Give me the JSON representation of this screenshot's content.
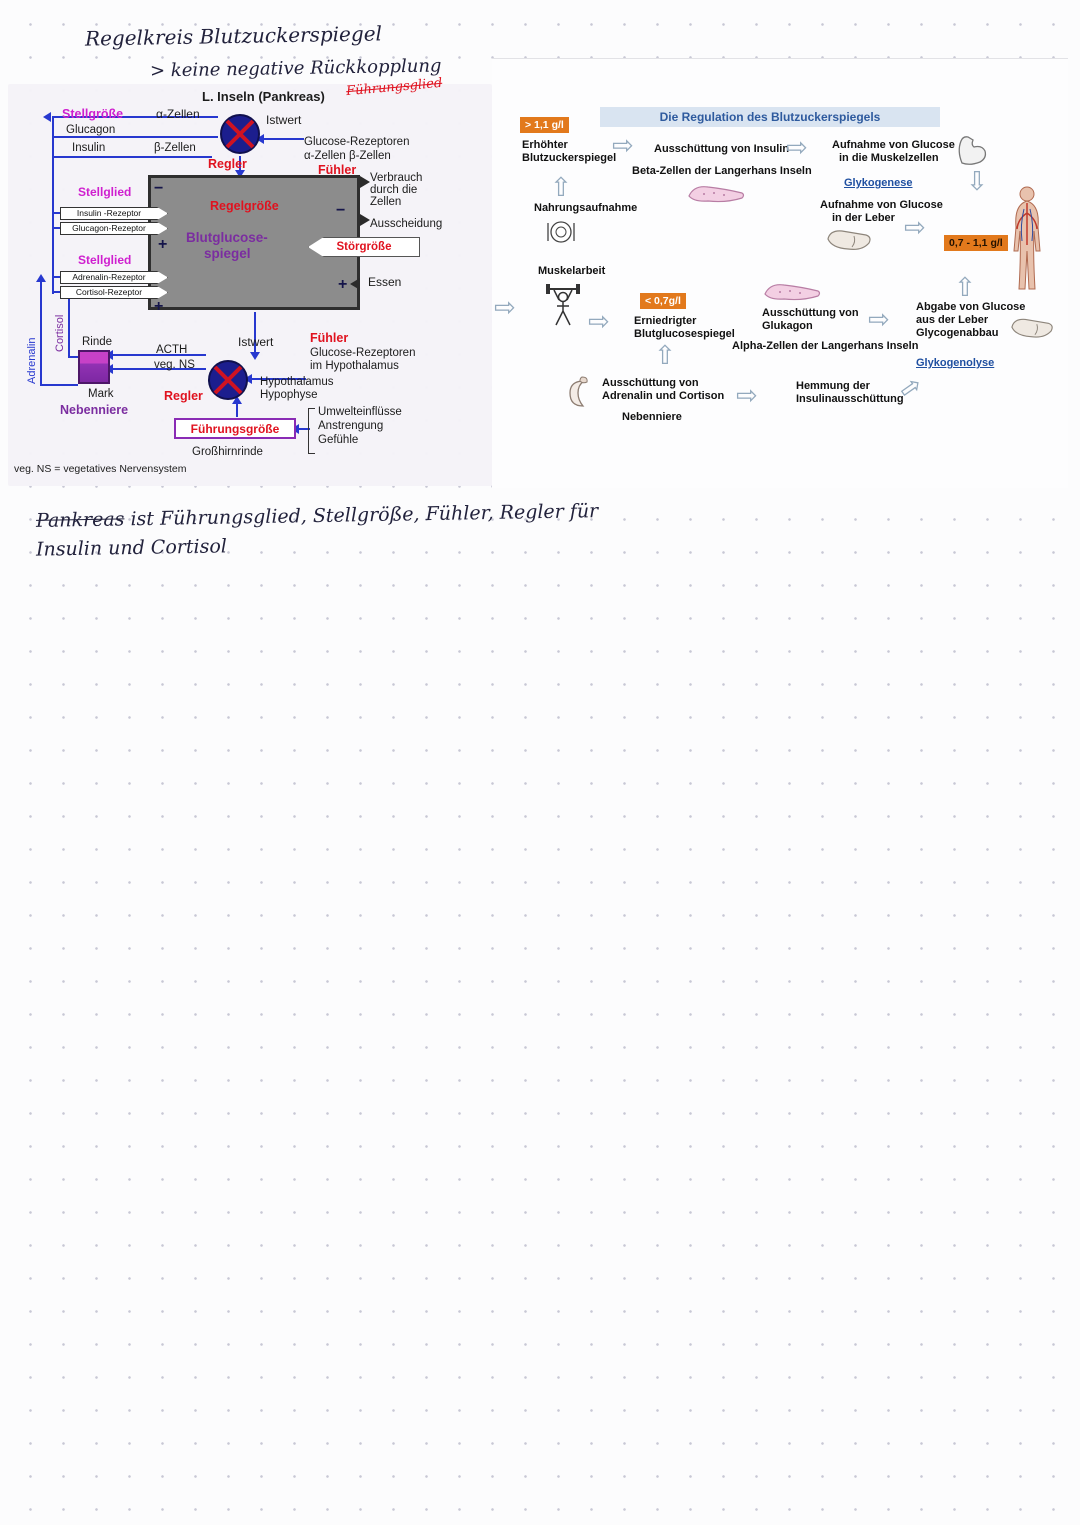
{
  "handwriting": {
    "title": "Regelkreis Blutzuckerspiegel",
    "subtitle": "> keine negative Rückkopplung",
    "note_word_struck": "Pankreas",
    "note_line1_rest": " ist Führungsglied, Stellgröße, Fühler, Regler für",
    "note_line2": "Insulin und Cortisol"
  },
  "control_loop": {
    "header": "L. Inseln (Pankreas)",
    "header_annotation": "Führungsglied",
    "stellgroesse": "Stellgröße",
    "alpha_zellen": "α-Zellen",
    "istwert_top": "Istwert",
    "regler_top": "Regler",
    "glucose_rezeptoren": "Glucose-Rezeptoren",
    "ab_zellen": "α-Zellen  β-Zellen",
    "fuehler_top": "Fühler",
    "glucagon": "Glucagon",
    "insulin": "Insulin",
    "beta_zellen": "β-Zellen",
    "stellglied_top": "Stellglied",
    "minus_left": "−",
    "regelgroesse": "Regelgröße",
    "insulin_rezeptor": "Insulin -Rezeptor",
    "glucagon_rezeptor": "Glucagon-Rezeptor",
    "minus_right": "−",
    "plus_left": "+",
    "blutglucose_l1": "Blutglucose-",
    "blutglucose_l2": "spiegel",
    "stoergroesse": "Störgröße",
    "plus_right": "+",
    "essen": "Essen",
    "verbrauch_l1": "Verbrauch",
    "verbrauch_l2": "durch die",
    "verbrauch_l3": "Zellen",
    "ausscheidung": "Ausscheidung",
    "stellglied_bottom": "Stellglied",
    "adrenalin_rezeptor": "Adrenalin-Rezeptor",
    "cortisol_rezeptor": "Cortisol-Rezeptor",
    "plus_bottom": "+",
    "adrenalin": "Adrenalin",
    "cortisol": "Cortisol",
    "rinde": "Rinde",
    "acth": "ACTH",
    "veg_ns": "veg. NS",
    "mark": "Mark",
    "nebenniere": "Nebenniere",
    "istwert_bottom": "Istwert",
    "regler_bottom": "Regler",
    "fuehler_bottom": "Fühler",
    "glucose_rezeptoren2_l1": "Glucose-Rezeptoren",
    "glucose_rezeptoren2_l2": "im Hypothalamus",
    "hypothalamus": "Hypothalamus",
    "hypophyse": "Hypophyse",
    "fuehrungsgroesse": "Führungsgröße",
    "umwelteinfluesse": "Umwelteinflüsse",
    "anstrengung": "Anstrengung",
    "gefuehle": "Gefühle",
    "grosshirnrinde": "Großhirnrinde",
    "legend": "veg. NS  = vegetatives Nervensystem"
  },
  "flowchart": {
    "title": "Die Regulation des Blutzuckerspiegels",
    "badge_high": "> 1,1 g/l",
    "erhoehter_l1": "Erhöhter",
    "erhoehter_l2": "Blutzuckerspiegel",
    "ausschuettung_insulin": "Ausschüttung von Insulin",
    "beta_zellen": "Beta-Zellen der Langerhans Inseln",
    "aufnahme_muskel_l1": "Aufnahme von Glucose",
    "aufnahme_muskel_l2": "in die Muskelzellen",
    "glykogenese": "Glykogenese",
    "aufnahme_leber_l1": "Aufnahme von Glucose",
    "aufnahme_leber_l2": "in der Leber",
    "badge_normal": "0,7 - 1,1 g/l",
    "nahrungsaufnahme": "Nahrungsaufnahme",
    "muskelarbeit": "Muskelarbeit",
    "badge_low": "< 0,7g/l",
    "erniedrigter_l1": "Erniedrigter",
    "erniedrigter_l2": "Blutglucosespiegel",
    "ausschuettung_glukagon_l1": "Ausschüttung von",
    "ausschuettung_glukagon_l2": "Glukagon",
    "alpha_zellen": "Alpha-Zellen der Langerhans Inseln",
    "abgabe_l1": "Abgabe von Glucose",
    "abgabe_l2": "aus der Leber",
    "abgabe_l3": "Glycogenabbau",
    "glykogenolyse": "Glykogenolyse",
    "ausschuettung_adrenalin_l1": "Ausschüttung von",
    "ausschuettung_adrenalin_l2": "Adrenalin und Cortison",
    "nebenniere": "Nebenniere",
    "hemmung_l1": "Hemmung der",
    "hemmung_l2": "Insulinausschüttung"
  },
  "glyphs": {
    "arrow_right": "⇨",
    "arrow_up": "⇧",
    "arrow_down": "⇩"
  },
  "colors": {
    "magenta": "#cf1fcf",
    "red": "#e0121f",
    "purple": "#7b2da0",
    "blue_line": "#2738cf",
    "orange_badge": "#e2791c",
    "flow_blue": "#2e5a9e",
    "link_blue": "#1f4fa0"
  }
}
